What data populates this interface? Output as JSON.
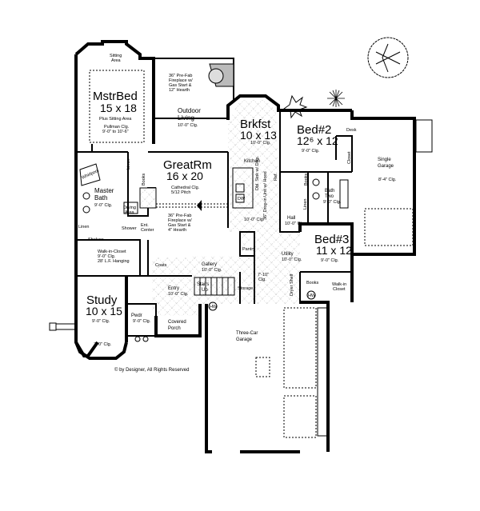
{
  "plan": {
    "copyright": "© by Designer, All Rights Reserved",
    "rooms": {
      "master_bed": {
        "name": "MstrBed",
        "size": "15 x 18",
        "note1": "Plus Sitting Area",
        "note2": "Pullman Clg.",
        "note3": "9'-0\" to 10'-6\""
      },
      "sitting_area": {
        "line1": "Sitting",
        "line2": "Area"
      },
      "outdoor_living": {
        "line1": "Outdoor",
        "line2": "Living",
        "ceiling": "10'-0\" Clg."
      },
      "outdoor_fireplace": {
        "l1": "36\" Pre-Fab",
        "l2": "Fireplace w/",
        "l3": "Gas Start &",
        "l4": "12\" Hearth"
      },
      "breakfast": {
        "name": "Brkfst",
        "size": "10 x 13",
        "ceiling": "10'-0\" Clg."
      },
      "kitchen": {
        "name": "Kitchen",
        "ceiling": "10'-0\" Clg.",
        "dw": "DW",
        "dbl_sink": "Dbl. Sink w/ Disp.",
        "range": "36\" Drop-in Unit w/ Hood",
        "ref": "Ref.",
        "pantry": "Pantry"
      },
      "great_room": {
        "name": "GreatRm",
        "size": "16 x 20",
        "note1": "Cathedral Clg.",
        "note2": "5/12 Pitch"
      },
      "great_fireplace": {
        "l1": "36\" Pre-Fab",
        "l2": "Fireplace w/",
        "l3": "Gas Start &",
        "l4": "4\" Hearth"
      },
      "master_bath": {
        "line1": "Master",
        "line2": "Bath",
        "ceiling": "9'-0\" Clg.",
        "whirlpool": "Whirlpool",
        "linen": "Linen",
        "linen2": "Linen",
        "books": "Books",
        "drying1": "Drying",
        "drying2": "Area",
        "shower": "Shower",
        "ent1": "Ent.",
        "ent2": "Center",
        "shelves": "Shelves"
      },
      "walk_in_closet": {
        "line1": "Walk-in-Closet",
        "line2": "9'-0\" Clg.",
        "line3": "28' L.F. Hanging"
      },
      "bed2": {
        "name": "Bed#2",
        "size": "12⁶ x 12",
        "ceiling": "9'-0\" Clg.",
        "desk": "Desk",
        "closet": "Closet"
      },
      "bath_two": {
        "line1": "Bath",
        "line2": "Two",
        "ceiling": "9'-0\" Clg.",
        "books": "Books",
        "linen": "Linen"
      },
      "hall": {
        "name": "Hall",
        "ceiling": "10'-0\" Clg."
      },
      "bed3": {
        "name": "Bed#3",
        "size": "11 x 12",
        "ceiling": "9'-0\" Clg.",
        "books": "Books",
        "closet1": "Walk-in",
        "closet2": "Closet"
      },
      "single_garage": {
        "line1": "Single",
        "line2": "Garage",
        "ceiling": "8'-4\" Clg."
      },
      "utility": {
        "name": "Utility",
        "ceiling": "10'-0\" Clg.",
        "shelf": "Dryer Shelf",
        "hw": "HW"
      },
      "gallery": {
        "name": "Gallery",
        "ceiling": "10'-0\" Clg.",
        "coats": "Coats"
      },
      "stairs": {
        "line1": "Stairs",
        "line2": "Up",
        "clg1": "7'-10\"",
        "clg2": "Clg.",
        "storage": "Storage",
        "hw": "HW"
      },
      "entry": {
        "name": "Entry",
        "ceiling": "10'-0\" Clg."
      },
      "study": {
        "name": "Study",
        "size": "10 x 15",
        "ceiling": "9'-0\" Clg.",
        "bay": "7'-0\" Clg."
      },
      "powder": {
        "name": "Pwdr",
        "ceiling": "9'-0\" Clg."
      },
      "covered_porch": {
        "line1": "Covered",
        "line2": "Porch"
      },
      "three_car_garage": {
        "line1": "Three-Car",
        "line2": "Garage"
      }
    }
  }
}
